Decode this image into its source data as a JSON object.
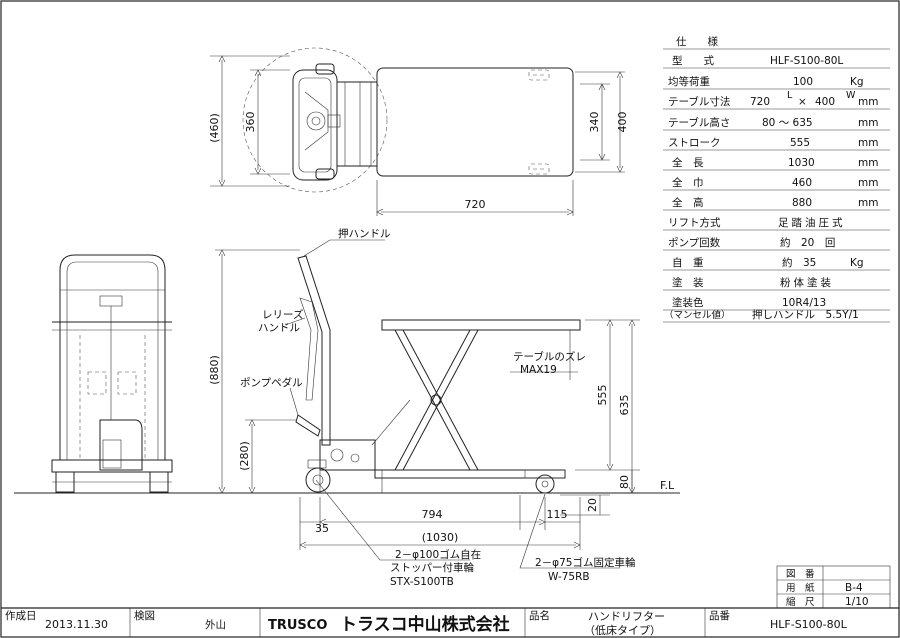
{
  "title_block": {
    "created_label": "作成日",
    "created_date": "2013.11.30",
    "inspected_label": "検図",
    "inspector": "外山",
    "brand": "TRUSCO",
    "company": "トラスコ中山株式会社",
    "product_name_label": "品名",
    "product_name_line1": "ハンドリフター",
    "product_name_line2": "（低床タイプ）",
    "product_no_label": "品番",
    "product_no": "HLF-S100-80L"
  },
  "drawing_info": {
    "drawing_no_label": "図　番",
    "drawing_no": "",
    "paper_label": "用　紙",
    "paper": "B-4",
    "scale_label": "縮　尺",
    "scale": "1/10"
  },
  "spec_table": {
    "header": "仕　　様",
    "rows": [
      {
        "label": "型　　式",
        "value": "HLF-S100-80L",
        "unit": ""
      },
      {
        "label": "均等荷重",
        "value": "100",
        "unit": "Kg"
      },
      {
        "label": "テーブル寸法",
        "value": "720",
        "unit": "mm"
      },
      {
        "label": "テーブル高さ",
        "value": "80 ～ 635",
        "unit": "mm"
      },
      {
        "label": "ストローク",
        "value": "555",
        "unit": "mm"
      },
      {
        "label": "全　長",
        "value": "1030",
        "unit": "mm"
      },
      {
        "label": "全　巾",
        "value": "460",
        "unit": "mm"
      },
      {
        "label": "全　高",
        "value": "880",
        "unit": "mm"
      },
      {
        "label": "リフト方式",
        "value": "足踏油圧式",
        "unit": ""
      },
      {
        "label": "ポンプ回数",
        "value": "約　20　回",
        "unit": ""
      },
      {
        "label": "自　重",
        "value": "約　35",
        "unit": "Kg"
      },
      {
        "label": "塗　装",
        "value": "粉体塗装",
        "unit": ""
      },
      {
        "label": "塗装色",
        "value": "10R4/13",
        "unit": ""
      },
      {
        "label": "（マンセル値）",
        "value": "押しハンドル　5.5Y/1",
        "unit": ""
      }
    ],
    "table_dims": {
      "length_sup": "L",
      "times": "×",
      "width": "400",
      "width_sup": "W"
    }
  },
  "labels": {
    "push_handle": "押ハンドル",
    "release_handle_1": "レリーズ",
    "release_handle_2": "ハンドル",
    "pump_pedal": "ポンプペダル",
    "table_deflection_1": "テーブルのズレ",
    "table_deflection_2": "MAX19",
    "fl": "F.L",
    "caster_front_1": "2－φ100ゴム自在",
    "caster_front_2": "ストッパー付車輪",
    "caster_front_3": "STX-S100TB",
    "caster_rear_1": "2－φ75ゴム固定車輪",
    "caster_rear_2": "W-75RB"
  },
  "dimensions": {
    "d460": "(460)",
    "d360": "360",
    "d340": "340",
    "d400": "400",
    "d720": "720",
    "d880": "(880)",
    "d280": "(280)",
    "d555": "555",
    "d635": "635",
    "d80": "80",
    "d20": "20",
    "d794": "794",
    "d115": "115",
    "d35": "35",
    "d1030": "(1030)"
  }
}
